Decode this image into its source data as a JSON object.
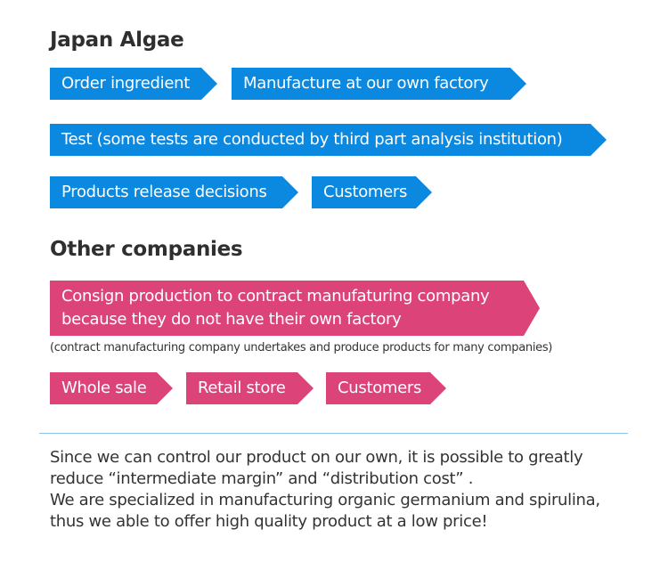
{
  "japan": {
    "title": "Japan Algae",
    "steps": [
      "Order ingredient",
      "Manufacture at our own factory",
      "Test (some tests are conducted by third part analysis institution)",
      "Products release decisions",
      "Customers"
    ]
  },
  "other": {
    "title": "Other companies",
    "consign_line1": "Consign production to contract manufaturing company",
    "consign_line2": "because they do not have their own factory",
    "note": "(contract manufacturing company undertakes and produce products for many companies)",
    "steps": [
      "Whole sale",
      "Retail store",
      "Customers"
    ]
  },
  "summary": {
    "line1": "Since we can control our product on our own, it is possible to greatly",
    "line2": "reduce “intermediate margin” and “distribution cost” .",
    "line3": "We are specialized in manufacturing organic germanium and spirulina,",
    "line4": "thus we able to offer high quality product at a low price!"
  },
  "colors": {
    "blue": "#0b88e0",
    "pink": "#dc4479",
    "divider": "#8cc2ea"
  }
}
